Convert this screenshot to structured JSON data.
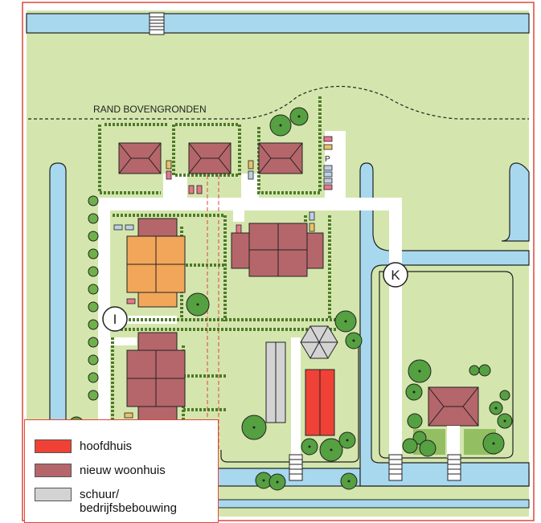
{
  "map": {
    "label_edge": "RAND BOVENGRONDEN",
    "parking_label": "P",
    "marker_k": "K",
    "marker_i": "I"
  },
  "legend": {
    "items": [
      {
        "label": "hoofdhuis",
        "color": "#ef4136"
      },
      {
        "label": "nieuw woonhuis",
        "color": "#b5666b"
      },
      {
        "label": "schuur/\nbedrijfsbebouwing",
        "color": "#d3d3d3"
      }
    ]
  },
  "colors": {
    "grass": "#d4e6ad",
    "water": "#a8d8ee",
    "frame": "#e0463a",
    "road": "#ffffff",
    "hedge": "#4d7a2a",
    "tree": "#55a041",
    "house": "#b5666b",
    "new_house_orange": "#f2a65a",
    "main_house": "#ef4136",
    "barn": "#d3d3d3"
  }
}
